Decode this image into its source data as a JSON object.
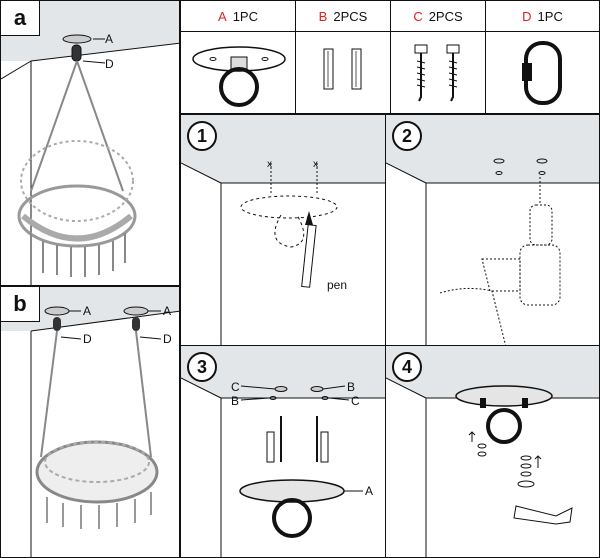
{
  "panels": {
    "a": {
      "tag": "a",
      "labels": {
        "A": "A",
        "D": "D"
      }
    },
    "b": {
      "tag": "b",
      "labels": {
        "A1": "A",
        "D1": "D",
        "A2": "A",
        "D2": "D"
      }
    }
  },
  "parts": [
    {
      "letter": "A",
      "qty": "1PC"
    },
    {
      "letter": "B",
      "qty": "2PCS"
    },
    {
      "letter": "C",
      "qty": "2PCS"
    },
    {
      "letter": "D",
      "qty": "1PC"
    }
  ],
  "steps": [
    {
      "num": "1",
      "label": "pen"
    },
    {
      "num": "2"
    },
    {
      "num": "3",
      "labels": {
        "C_left": "C",
        "B_left": "B",
        "B_right": "B",
        "C_right": "C",
        "A": "A"
      }
    },
    {
      "num": "4"
    }
  ],
  "colors": {
    "accent_letter": "#dd2222",
    "ceiling": "#e3e6e8",
    "line": "#111111"
  }
}
